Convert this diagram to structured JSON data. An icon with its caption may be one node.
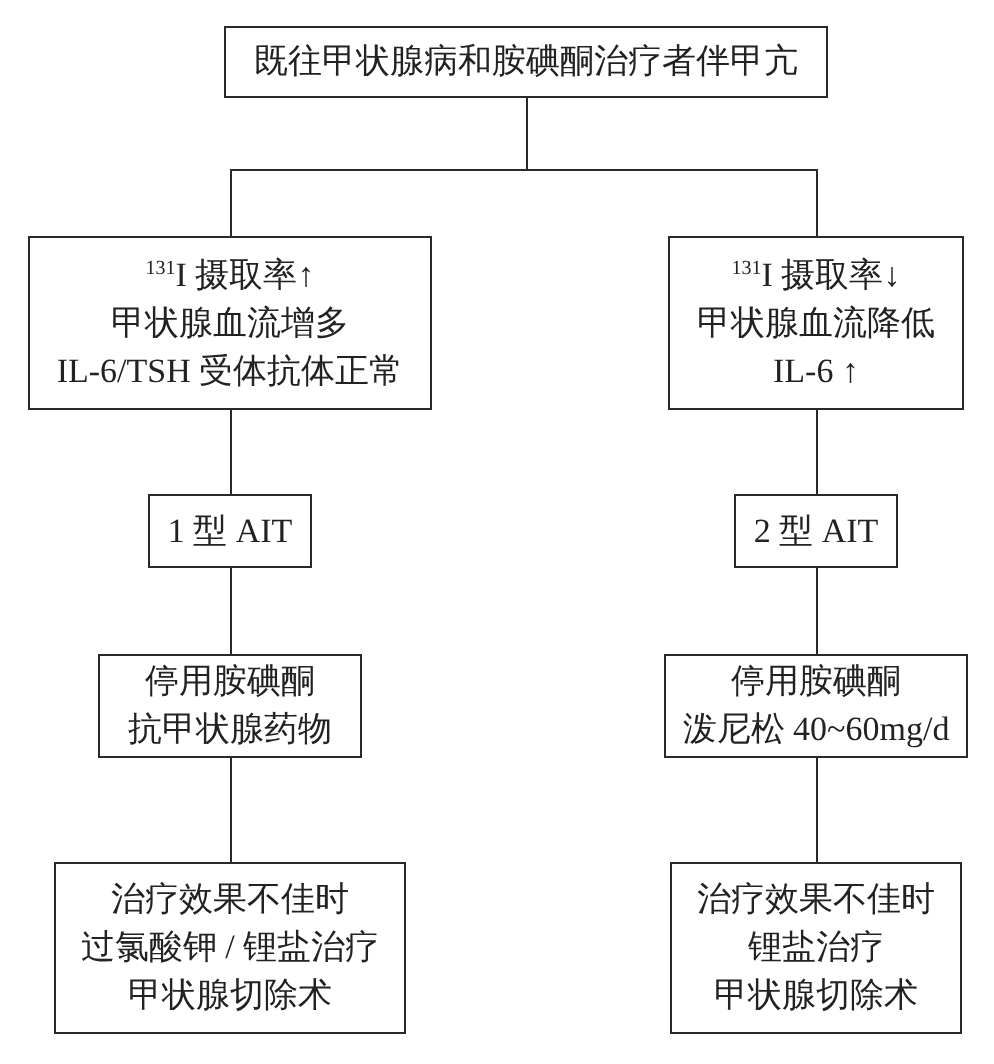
{
  "diagram": {
    "nodes": [
      {
        "text": [
          "既往甲状腺病和胺碘酮治疗者伴甲亢"
        ]
      },
      {
        "text": [
          "$^{131}$I 摄取率↑",
          "甲状腺血流增多",
          "IL-6/TSH 受体抗体正常"
        ]
      },
      {
        "text": [
          "$^{131}$I 摄取率↓",
          "甲状腺血流降低",
          "IL-6 ↑"
        ]
      },
      {
        "text": [
          "1 型 AIT"
        ]
      },
      {
        "text": [
          "2 型 AIT"
        ]
      },
      {
        "text": [
          "停用胺碘酮",
          "抗甲状腺药物"
        ]
      },
      {
        "text": [
          "停用胺碘酮",
          "泼尼松 40~60mg/d"
        ]
      },
      {
        "text": [
          "治疗效果不佳时",
          "过氯酸钾 / 锂盐治疗",
          "甲状腺切除术"
        ]
      },
      {
        "text": [
          "治疗效果不佳时",
          "锂盐治疗",
          "甲状腺切除术"
        ]
      }
    ],
    "edges": [
      {
        "from": 0,
        "to": 1,
        "arrow": "none"
      },
      {
        "from": 0,
        "to": 2,
        "arrow": "none"
      },
      {
        "from": 1,
        "to": 3,
        "arrow": "none"
      },
      {
        "from": 2,
        "to": 4,
        "arrow": "none"
      },
      {
        "from": 3,
        "to": 5,
        "arrow": "none"
      },
      {
        "from": 4,
        "to": 6,
        "arrow": "none"
      },
      {
        "from": 5,
        "to": 7,
        "arrow": "none"
      },
      {
        "from": 6,
        "to": 8,
        "arrow": "none"
      }
    ]
  }
}
